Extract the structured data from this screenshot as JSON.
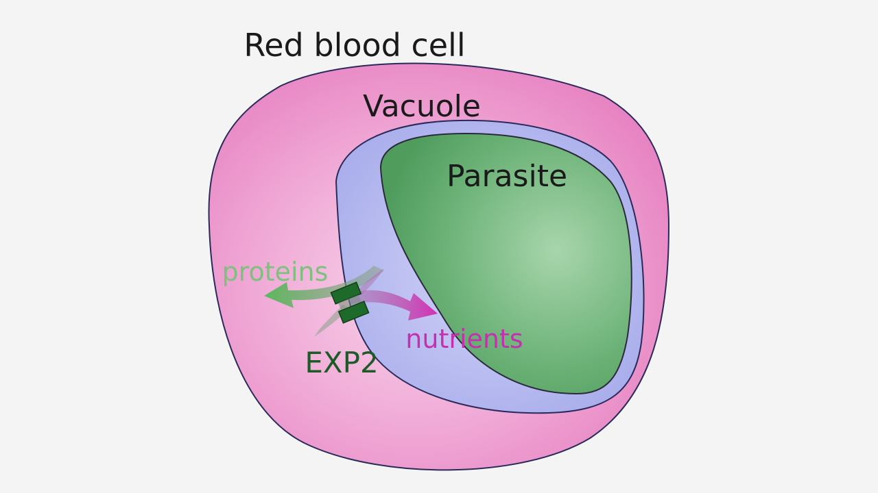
{
  "labels": {
    "red_blood_cell": "Red blood cell",
    "vacuole": "Vacuole",
    "parasite": "Parasite",
    "proteins": "proteins",
    "nutrients": "nutrients",
    "exp2": "EXP2"
  },
  "colors": {
    "background": "#f4f4f4",
    "red_blood_cell": "#ec8fc8",
    "vacuole": "#b9bcef",
    "parasite": "#5aa867",
    "outline": "#2a2a5a",
    "proteins_arrow": "#5cb85c",
    "nutrients_arrow": "#d42fb5",
    "exp2_channel": "#1e6a2a",
    "label_text": "#1a1a1a",
    "proteins_text": "#7fc07f",
    "nutrients_text": "#c630b0",
    "exp2_text": "#1e5a28"
  }
}
